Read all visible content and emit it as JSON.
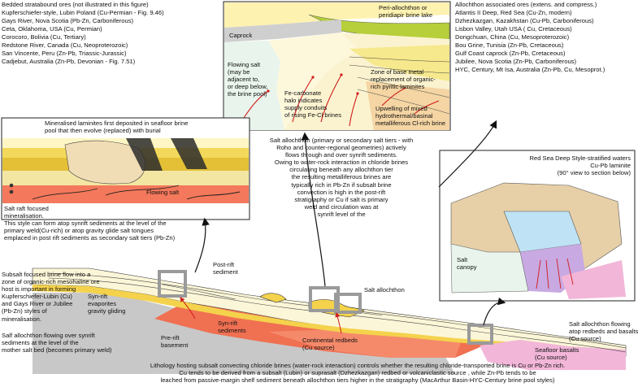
{
  "bedded_list": {
    "title": "Bedded stratabound ores (not illustrated in this figure)",
    "items": [
      "Kupferschiefer-style, Lubin Poland (Cu-Permian - Fig. 9.46)",
      "Gays River, Nova Scotia (Pb-Zn, Carboniferous)",
      "Ceta, Oklahoma, USA (Cu, Permian)",
      "Corocoro, Bolivia (Cu, Tertiary)",
      "Redstone River, Canada (Cu, Neoproterozoic)",
      "San Vincente, Peru (Zn-Pb, Triassic-Jurassic)",
      "Cadjebut, Australia (Zn-Pb, Devonian - Fig. 7.51)"
    ]
  },
  "allochthon_list": {
    "title": "Allochthon associated ores (extens. and compress.)",
    "items": [
      "Atlantis II Deep, Red Sea (Cu-Zn, modern)",
      "Dzhezkazgan, Kazakhstan (Cu-Pb, Carboniferous)",
      "Lisbon Valley, Utah USA ( Cu, Cretaceous)",
      "Dongchuan, China (Cu, Mesoproterozoic)",
      "Bou Grine, Tunisia (Zn-Pb, Cretaceous)",
      "Gulf Coast caprock (Zn-Pb, Cretaceous)",
      "Jubilee, Nova Scotia (Zn-Pb, Carboniferous)",
      "HYC, Century, Mt Isa, Australia (Zn-Pb, Cu, Mesoprot.)"
    ]
  },
  "inset_top": {
    "peri_label": "Peri-allochthon or\nperidiapir brine lake",
    "caprock": "Caprock",
    "flowing_salt": "Flowing salt\n(may be\nadjacent to,\nor deep below,\nthe brine pool)",
    "fe_carbonate": "Fe-carbonate\nhalo indicates\nsupply conduits\nof rising Fe-Cl brines",
    "zone": "Zone of base metal\nreplacement of organic-\nrich pyritic laminites",
    "upwelling": "Upwelling of mixed\nhydrothermal/basinal\nmetalliferous Cl-rich brine"
  },
  "inset_left": {
    "caption": "Mineralised laminites first deposited in seafloor brine\npool that then evolve (replaced) with burial",
    "flowing_salt": "Flowing salt",
    "raft": "Salt raft focused\nmineralisation.\nThis style can form atop synrift sediments at the level of the\nprimary weld(Cu-rich) or atop gravity glide salt tongues\nemplaced in post rift sediments as secondary salt tiers (Pb-Zn)"
  },
  "inset_right": {
    "caption": "Red Sea Deep Style-stratified waters\nCu-Pb laminite\n(90° view to section below)",
    "salt_canopy": "Salt\ncanopy"
  },
  "center_text": "Salt allochthon (primary or secondary salt tiers - with\nRoho and counter-regional geometries) actively\nflows through and over synrift sediments.\nOwing to water-rock interaction in chloride brines\ncirculating beneath any allochthon tier\nthe resulting metalliferous brines are\ntypically rich in Pb-Zn if subsalt brine\nconvection is high in the post-rift\nstratigraphy or Cu if salt is primary\nweld and circulation was at\nsynrift level of the",
  "section": {
    "subsalt": "Subsalt focused brine flow into a\nzone of organic-rich mesohaline ore\nhost is important in forming\nKupferschiefer-Lubin (Cu)\nand Gays River or Jubilee\n(Pb-Zn) styles of\nmineralisation.",
    "synrift_evap": "Syn-rift\nevaporites\ngravity gliding",
    "postrift": "Post-rift\nsediment",
    "salt_allochthon": "Salt allochthon",
    "synrift_sed": "Syn-rift\nsediments",
    "prerift": "Pre-rift\nbasement",
    "redbeds": "Continental redbeds\n(Cu source)",
    "seafloor": "Seafloor basalts\n(Cu source)",
    "allochthon_flowing": "Salt allochthon flowing\natop redbeds and basalts\n(Cu source)",
    "mother_salt": "Salf allochthon flowing over synrift\nsediments at the level of the\nmother salt bed (becomes primary weld)"
  },
  "footer": "Lithology hosting subsalt convecting chloride brines (water-rock interaction) controls whether the resulting chloride-transported brine is Cu or Pb-Zn rich.\nCu tends to be derived from a subsalt (Lubin) or suprasalt (Dzhezkazgan) redbed or volcaniclastic source , while Zn-Pb tends to be\nleached from passive-margin shelf sediment beneath allochthon tiers higher in the stratigraphy (MacArthur Basin-HYC-Century brine pool styles)"
}
